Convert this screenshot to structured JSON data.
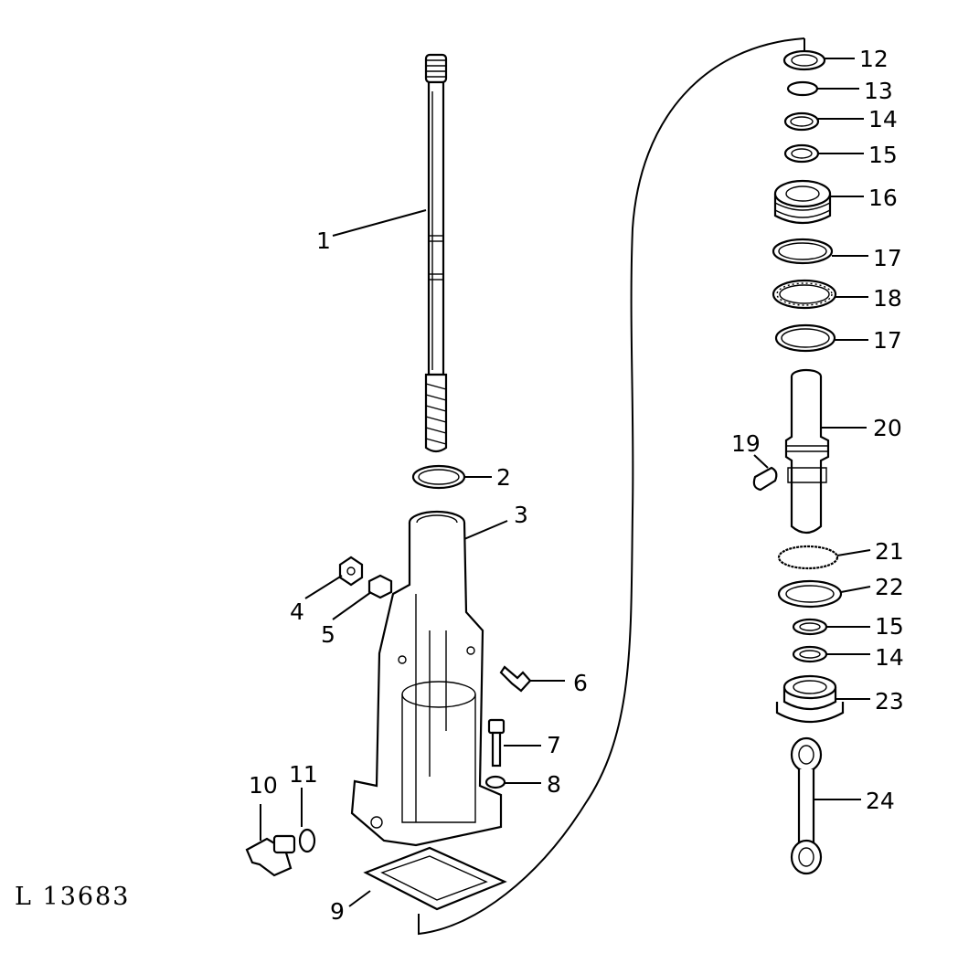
{
  "figure": {
    "reference": "L 13683",
    "callouts": [
      {
        "id": "p1",
        "label": "1"
      },
      {
        "id": "p2",
        "label": "2"
      },
      {
        "id": "p3",
        "label": "3"
      },
      {
        "id": "p4",
        "label": "4"
      },
      {
        "id": "p5",
        "label": "5"
      },
      {
        "id": "p6",
        "label": "6"
      },
      {
        "id": "p7",
        "label": "7"
      },
      {
        "id": "p8",
        "label": "8"
      },
      {
        "id": "p9",
        "label": "9"
      },
      {
        "id": "p10",
        "label": "10"
      },
      {
        "id": "p11",
        "label": "11"
      },
      {
        "id": "p12",
        "label": "12"
      },
      {
        "id": "p13",
        "label": "13"
      },
      {
        "id": "p14a",
        "label": "14"
      },
      {
        "id": "p15a",
        "label": "15"
      },
      {
        "id": "p16",
        "label": "16"
      },
      {
        "id": "p17a",
        "label": "17"
      },
      {
        "id": "p18",
        "label": "18"
      },
      {
        "id": "p17b",
        "label": "17"
      },
      {
        "id": "p19",
        "label": "19"
      },
      {
        "id": "p20",
        "label": "20"
      },
      {
        "id": "p21",
        "label": "21"
      },
      {
        "id": "p22",
        "label": "22"
      },
      {
        "id": "p15b",
        "label": "15"
      },
      {
        "id": "p14b",
        "label": "14"
      },
      {
        "id": "p23",
        "label": "23"
      },
      {
        "id": "p24",
        "label": "24"
      }
    ]
  }
}
